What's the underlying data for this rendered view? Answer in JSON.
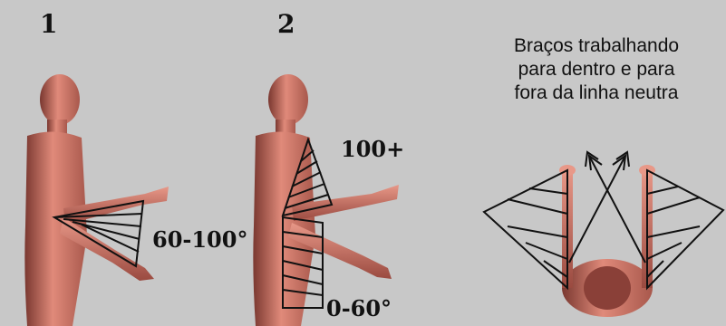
{
  "panel1": {
    "number": "1",
    "angle_label": "60-100°"
  },
  "panel2": {
    "number": "2",
    "angle_upper": "100+",
    "angle_lower": "0-60°"
  },
  "panel3": {
    "title_lines": [
      "Braços trabalhando",
      "para dentro e para",
      "fora da linha neutra"
    ]
  },
  "colors": {
    "background": "#c8c8c8",
    "figure": "#d9786a",
    "figure_dark": "#9c4a40",
    "line": "#111111"
  }
}
